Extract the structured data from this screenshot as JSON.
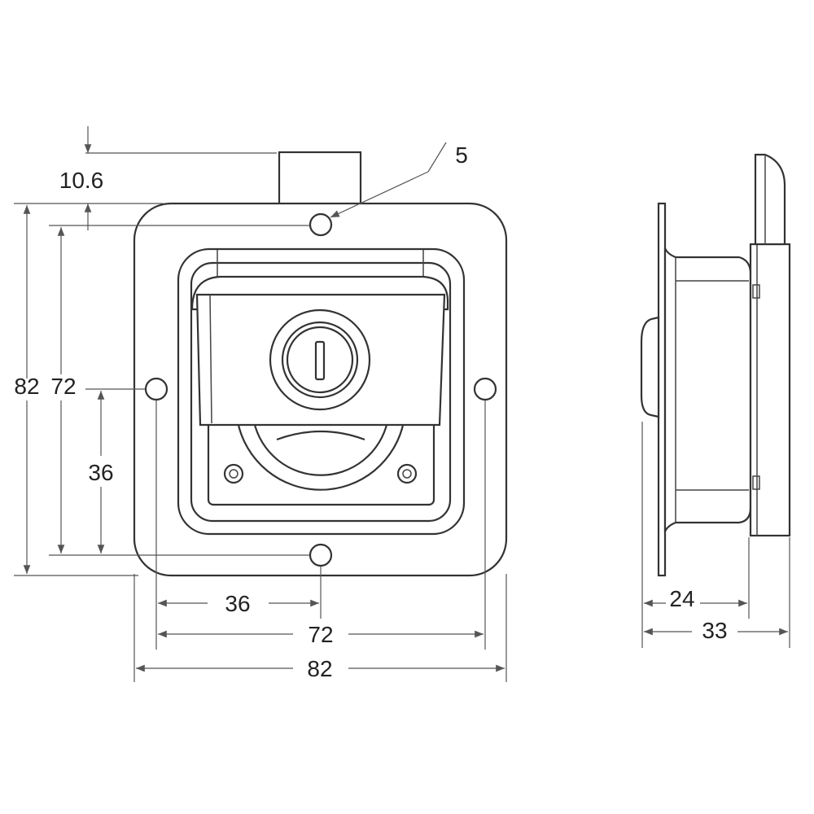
{
  "dimensions": {
    "tab_offset": "10.6",
    "hole_size": "5",
    "front_height_overall": "82",
    "front_height_holes": "72",
    "front_height_half": "36",
    "front_width_half": "36",
    "front_width_holes": "72",
    "front_width_overall": "82",
    "side_depth_body": "24",
    "side_depth_overall": "33"
  }
}
